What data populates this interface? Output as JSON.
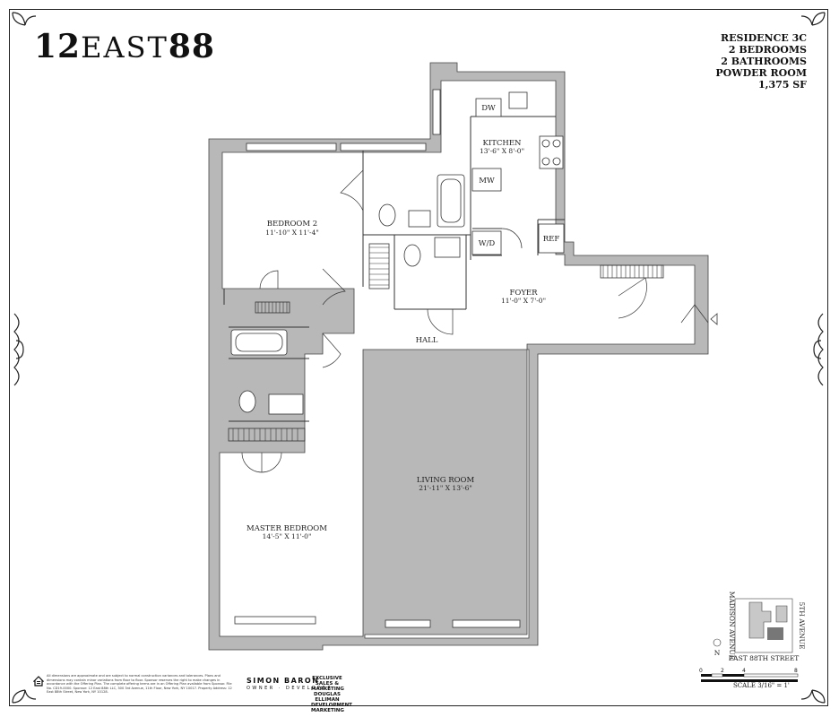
{
  "brand": {
    "logo_left": "12",
    "logo_mid": "EAST",
    "logo_right": "88"
  },
  "unit": {
    "residence": "RESIDENCE 3C",
    "bedrooms": "2 BEDROOMS",
    "bathrooms": "2 BATHROOMS",
    "powder": "POWDER ROOM",
    "area": "1,375 SF"
  },
  "rooms": {
    "bedroom2": {
      "name": "BEDROOM 2",
      "dims": "11'-10\" X 11'-4\""
    },
    "kitchen": {
      "name": "KITCHEN",
      "dims": "13'-6\" X 8'-0\""
    },
    "foyer": {
      "name": "FOYER",
      "dims": "11'-0\" X 7'-0\""
    },
    "hall": {
      "name": "HALL"
    },
    "living": {
      "name": "LIVING ROOM",
      "dims": "21'-11\" X 13'-6\""
    },
    "master": {
      "name": "MASTER BEDROOM",
      "dims": "14'-5\" X 11'-0\""
    }
  },
  "fixtures": {
    "dw": "DW",
    "mw": "MW",
    "wd": "W/D",
    "ref": "REF"
  },
  "keyplan": {
    "madison": "MADISON AVENUE",
    "fifth": "5TH AVENUE",
    "street": "EAST 88TH STREET",
    "north": "N"
  },
  "scale": {
    "ticks": [
      "0",
      "2",
      "4",
      "8"
    ],
    "label": "SCALE 3/16\" = 1'"
  },
  "footer": {
    "disclaimer": "All dimensions are approximate and are subject to normal construction variances and tolerances. Plans and dimensions may contain minor variations from floor to floor. Sponsor reserves the right to make changes in accordance with the Offering Plan. The complete offering terms are in an Offering Plan available from Sponsor. File No. CD19-0000. Sponsor: 12 East 88th LLC, 300 3rd Avenue, 11th Floor, New York, NY 10017. Property Address: 12 East 88th Street, New York, NY 10128.",
    "developer_name": "SIMON BARON",
    "developer_role": "OWNER · DEVELOPER",
    "agent": "EXCLUSIVE SALES & MARKETING DOUGLAS ELLIMAN DEVELOPMENT MARKETING"
  }
}
